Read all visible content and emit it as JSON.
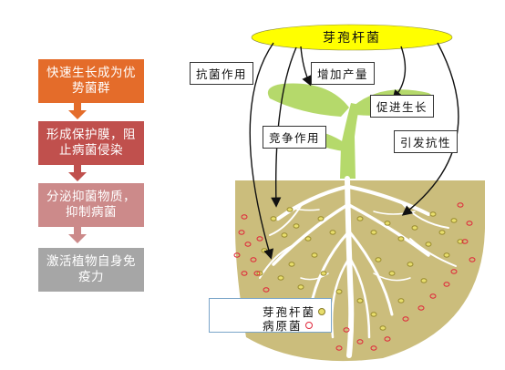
{
  "flow": {
    "steps": [
      {
        "text": "快速生长成为优势菌群",
        "bg": "#e46c2a",
        "fg": "#ffffff"
      },
      {
        "text": "形成保护膜，阻止病菌侵染",
        "bg": "#c0504d",
        "fg": "#ffffff"
      },
      {
        "text": "分泌抑菌物质，抑制病菌",
        "bg": "#cc8a8a",
        "fg": "#ffffff"
      },
      {
        "text": "激活植物自身免疫力",
        "bg": "#a6a6a6",
        "fg": "#ffffff"
      }
    ],
    "arrow_colors": [
      "#e46c2a",
      "#c0504d",
      "#cc8a8a"
    ]
  },
  "diagram": {
    "bacillus_label": "芽孢杆菌",
    "effects": [
      "抗菌作用",
      "增加产量",
      "促进生长",
      "竞争作用",
      "引发抗性"
    ],
    "legend": {
      "bacillus": "芽孢杆菌",
      "pathogen": "病原菌"
    },
    "colors": {
      "oval": "#ffff00",
      "plant": "#b5d96b",
      "soil": "#cbbd7c",
      "bacillus_dot": "#e8de6c",
      "pathogen_dot": "#e0263a"
    }
  }
}
